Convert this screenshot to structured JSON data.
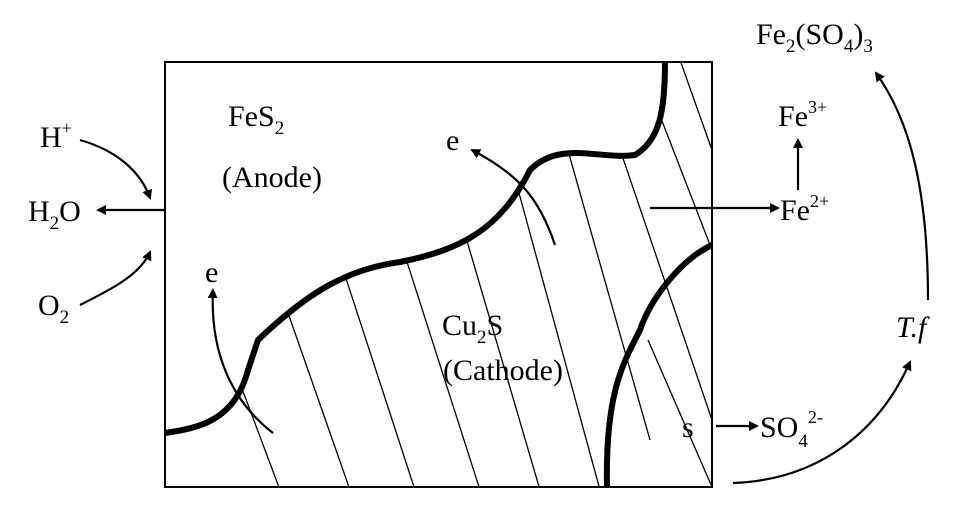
{
  "labels": {
    "anode_formula": {
      "base": "FeS",
      "sub": "2"
    },
    "anode_role": "(Anode)",
    "cathode_formula": {
      "base": "Cu",
      "sub": "2",
      "tail": "S"
    },
    "cathode_role": "(Cathode)",
    "h_plus": {
      "base": "H",
      "sup": "+"
    },
    "water": {
      "base": "H",
      "sub": "2",
      "tail": "O"
    },
    "oxygen": {
      "base": "O",
      "sub": "2"
    },
    "electron_top": "e",
    "electron_left": "e",
    "ferrous": {
      "base": "Fe",
      "sup": "2+"
    },
    "ferric": {
      "base": "Fe",
      "sup": "3+"
    },
    "ferric_sulfate": {
      "p1": "Fe",
      "s1": "2",
      "p2": "(SO",
      "s2": "4",
      "p3": ")",
      "s3": "3"
    },
    "sulfur": "s",
    "sulfate": {
      "base": "SO",
      "sub": "4",
      "sup": "2-"
    },
    "bacteria": "T.f"
  },
  "colors": {
    "line": "#000000",
    "background": "#ffffff"
  }
}
